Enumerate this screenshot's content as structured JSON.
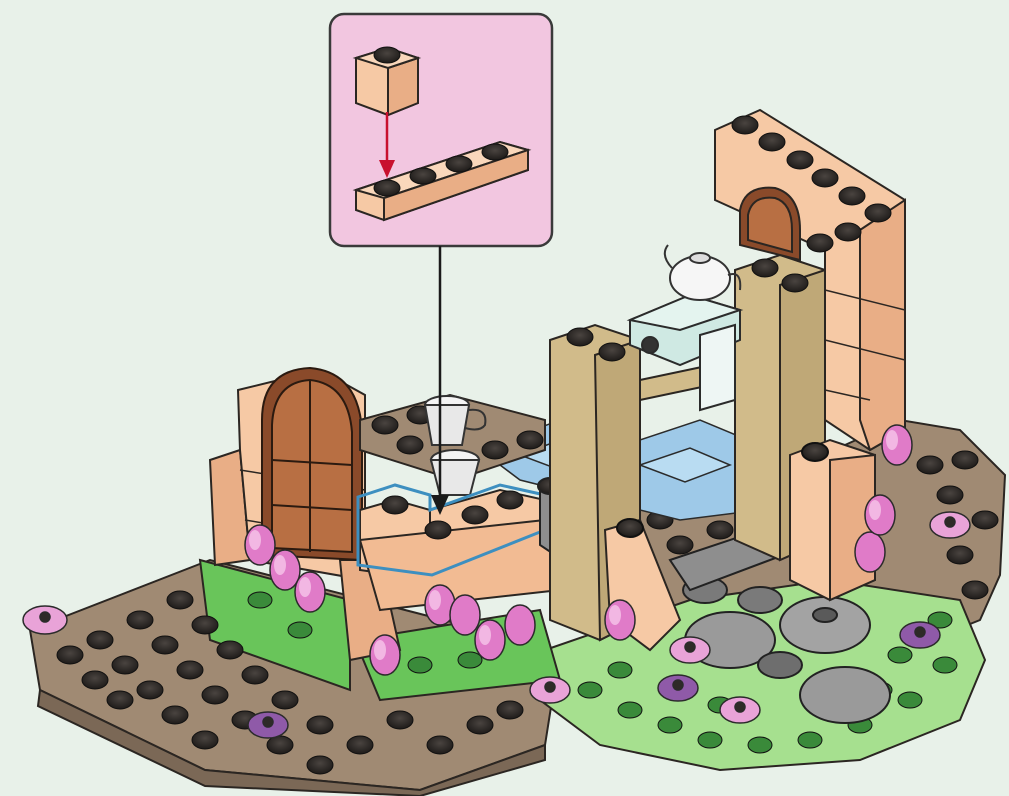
{
  "scene": {
    "kind": "building-instruction-step",
    "background_color": "#e8f1e9",
    "callout": {
      "background_color": "#f2c6e0",
      "border_color": "#3a3a3a",
      "parts": [
        "brick-1x1-tan",
        "plate-1x4-tan"
      ],
      "arrow_color": "#c8102e"
    },
    "placement_highlight_color": "#3d8fc0",
    "colors": {
      "tan_light": "#f6c9a5",
      "tan_mid": "#e9ae86",
      "dark_tan": "#d1bb8a",
      "brown_plate": "#a08a73",
      "stud_dark": "#2e2a27",
      "reddish_brown": "#8a4a2a",
      "green_bright": "#69c55a",
      "green_light": "#a6e08f",
      "pink_flower": "#e07bc8",
      "pink_light": "#f2b7e3",
      "purple_flower": "#8f5aa8",
      "gray_tile": "#8e8e8e",
      "water_blue": "#9ec9e8",
      "mint_counter": "#cfe9e3"
    }
  }
}
